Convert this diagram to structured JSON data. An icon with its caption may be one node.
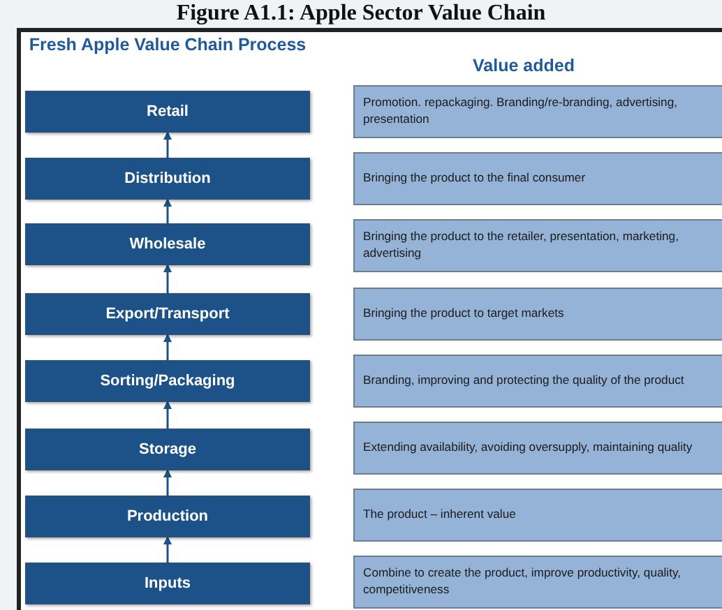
{
  "diagram": {
    "title": "Figure A1.1: Apple Sector Value Chain",
    "nodes": [
      {
        "text": [
          "Retail"
        ]
      },
      {
        "text": [
          "Distribution"
        ]
      },
      {
        "text": [
          "Wholesale"
        ]
      },
      {
        "text": [
          "Export/Transport"
        ]
      },
      {
        "text": [
          "Sorting/Packaging"
        ]
      },
      {
        "text": [
          "Storage"
        ]
      },
      {
        "text": [
          "Production"
        ]
      },
      {
        "text": [
          "Inputs"
        ]
      },
      {
        "text": [
          "Promotion. repackaging. Branding/re-branding, advertising, presentation"
        ]
      },
      {
        "text": [
          "Bringing the product to the final consumer"
        ]
      },
      {
        "text": [
          "Bringing the product to the retailer, presentation, marketing, advertising"
        ]
      },
      {
        "text": [
          "Bringing the product to target markets"
        ]
      },
      {
        "text": [
          "Branding, improving and protecting the quality of the product"
        ]
      },
      {
        "text": [
          "Extending availability, avoiding oversupply, maintaining quality"
        ]
      },
      {
        "text": [
          "The product – inherent value"
        ]
      },
      {
        "text": [
          "Combine to create the product, improve productivity, quality, competitiveness"
        ]
      }
    ],
    "edges": [
      {
        "from": 1,
        "to": 0,
        "arrow": "to"
      },
      {
        "from": 2,
        "to": 1,
        "arrow": "to"
      },
      {
        "from": 3,
        "to": 2,
        "arrow": "to"
      },
      {
        "from": 4,
        "to": 3,
        "arrow": "to"
      },
      {
        "from": 5,
        "to": 4,
        "arrow": "to"
      },
      {
        "from": 6,
        "to": 5,
        "arrow": "to"
      },
      {
        "from": 7,
        "to": 6,
        "arrow": "to"
      }
    ],
    "labels": [
      "Fresh Apple Value Chain Process",
      "Value added"
    ]
  }
}
